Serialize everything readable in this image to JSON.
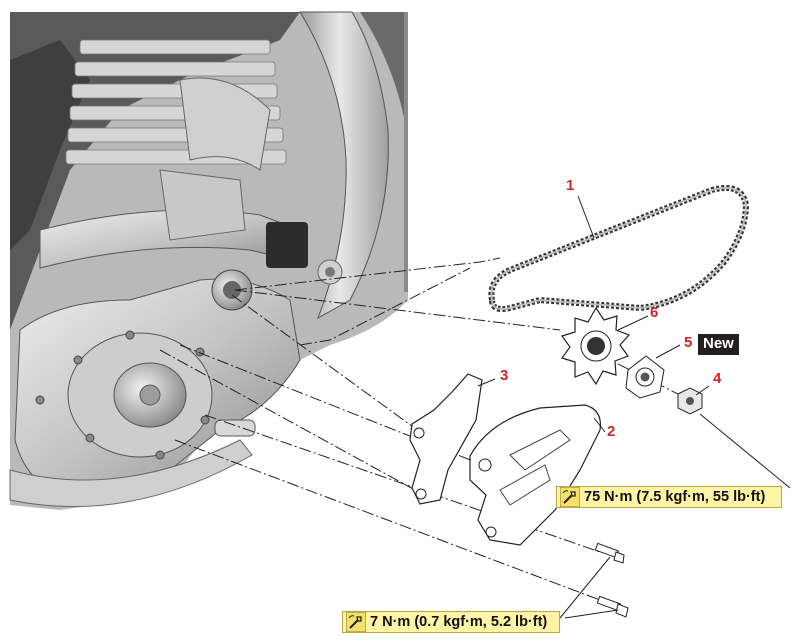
{
  "callouts": [
    {
      "id": "1",
      "text": "1"
    },
    {
      "id": "2",
      "text": "2"
    },
    {
      "id": "3",
      "text": "3"
    },
    {
      "id": "4",
      "text": "4"
    },
    {
      "id": "5",
      "text": "5"
    },
    {
      "id": "6",
      "text": "6"
    }
  ],
  "badges": {
    "new": "New"
  },
  "torque": {
    "upper": "75 N·m (7.5 kgf·m, 55 lb·ft)",
    "lower": "7 N·m (0.7 kgf·m, 5.2 lb·ft)"
  },
  "icons": {
    "torque": "torque-wrench-icon"
  },
  "colors": {
    "callout": "#d2232a",
    "torque_bg": "#fff3a6",
    "badge_bg": "#231f20"
  }
}
